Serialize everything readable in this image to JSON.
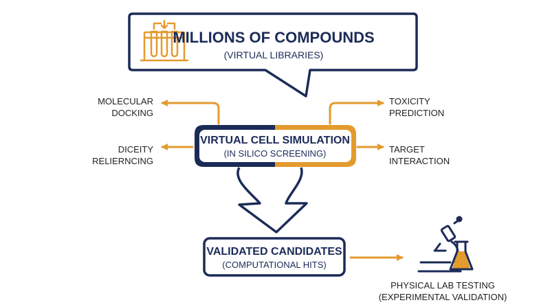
{
  "top_box": {
    "title": "MILLIONS OF COMPOUNDS",
    "subtitle": "(VIRTUAL LIBRARIES)"
  },
  "center_box": {
    "title": "VIRTUAL CELL SIMULATION",
    "subtitle": "(IN SILICO SCREENING)"
  },
  "bottom_box": {
    "title": "VALIDATED CANDIDATES",
    "subtitle": "(COMPUTATIONAL HITS)"
  },
  "left_outputs": [
    {
      "line1": "MOLECULAR",
      "line2": "DOCKING"
    },
    {
      "line1": "DICEITY",
      "line2": "RELIERNCING"
    }
  ],
  "right_outputs": [
    {
      "line1": "TOXICITY",
      "line2": "PREDICTION"
    },
    {
      "line1": "TARGET",
      "line2": "INTERACTION"
    }
  ],
  "lab": {
    "line1": "PHYSICAL LAB TESTING",
    "line2": "(EXPERIMENTAL VALIDATION)"
  },
  "colors": {
    "navy": "#1b2b58",
    "orange": "#e39a2e"
  },
  "icons": {
    "compounds": "test-tubes-icon",
    "lab": "microscope-flask-icon"
  }
}
